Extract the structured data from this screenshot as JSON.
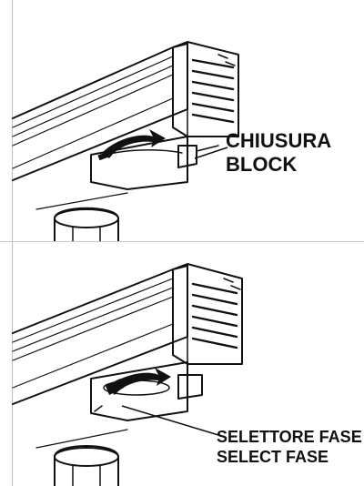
{
  "panels": [
    {
      "id": "top",
      "labels": [
        "CHIUSURA",
        "BLOCK"
      ]
    },
    {
      "id": "bottom",
      "labels": [
        "SELETTORE FASE",
        "SELECT FASE"
      ]
    }
  ],
  "colors": {
    "line": "#111111",
    "background": "#ffffff",
    "divider": "#c9c9c9"
  }
}
